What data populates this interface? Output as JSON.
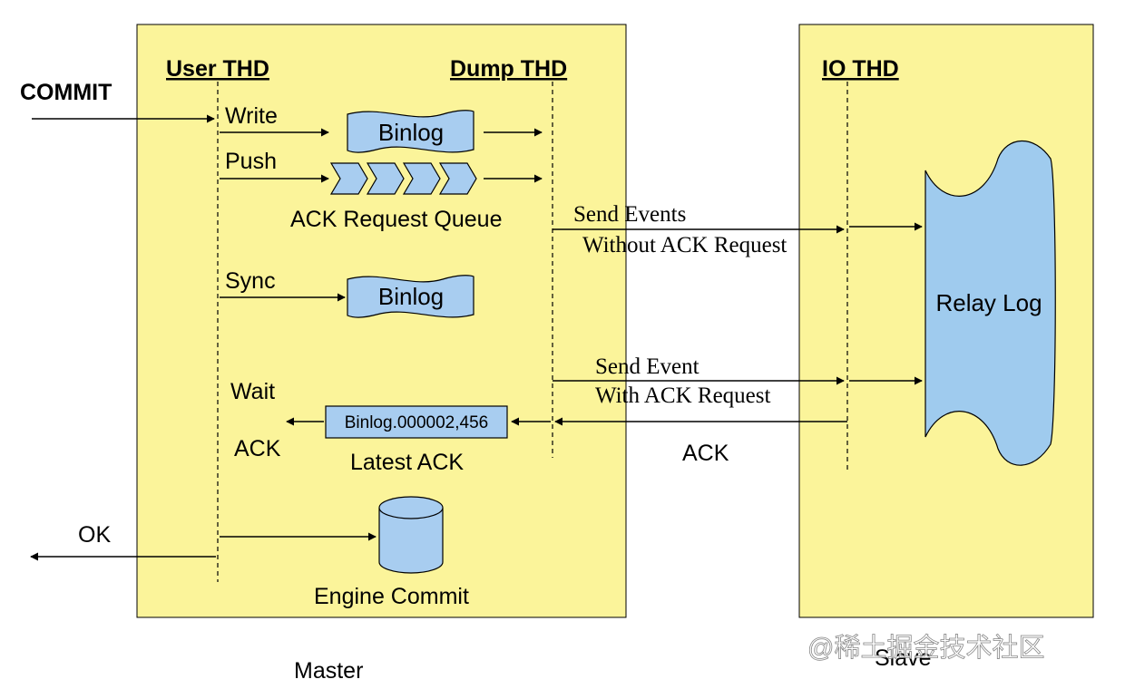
{
  "master": {
    "label": "Master",
    "user_thd": "User THD",
    "dump_thd": "Dump THD",
    "commit": "COMMIT",
    "write": "Write",
    "push": "Push",
    "sync": "Sync",
    "binlog_1": "Binlog",
    "binlog_2": "Binlog",
    "ack_request_queue": "ACK Request Queue",
    "wait": "Wait",
    "ack": "ACK",
    "latest_ack_value": "Binlog.000002,456",
    "latest_ack": "Latest ACK",
    "ok": "OK",
    "engine_commit": "Engine Commit"
  },
  "slave": {
    "label": "Slave",
    "io_thd": "IO THD",
    "relay_log": "Relay Log"
  },
  "links": {
    "send_events_line1": "Send Events",
    "send_events_line2": "Without ACK Request",
    "send_event_line1": "Send Event",
    "send_event_line2": "With ACK Request",
    "ack": "ACK"
  },
  "watermark": "@稀土掘金技术社区",
  "colors": {
    "box_fill": "#fbf49a",
    "shape_fill": "#a8cdf0",
    "relay_fill": "#9fcbee",
    "stroke": "#000000"
  }
}
